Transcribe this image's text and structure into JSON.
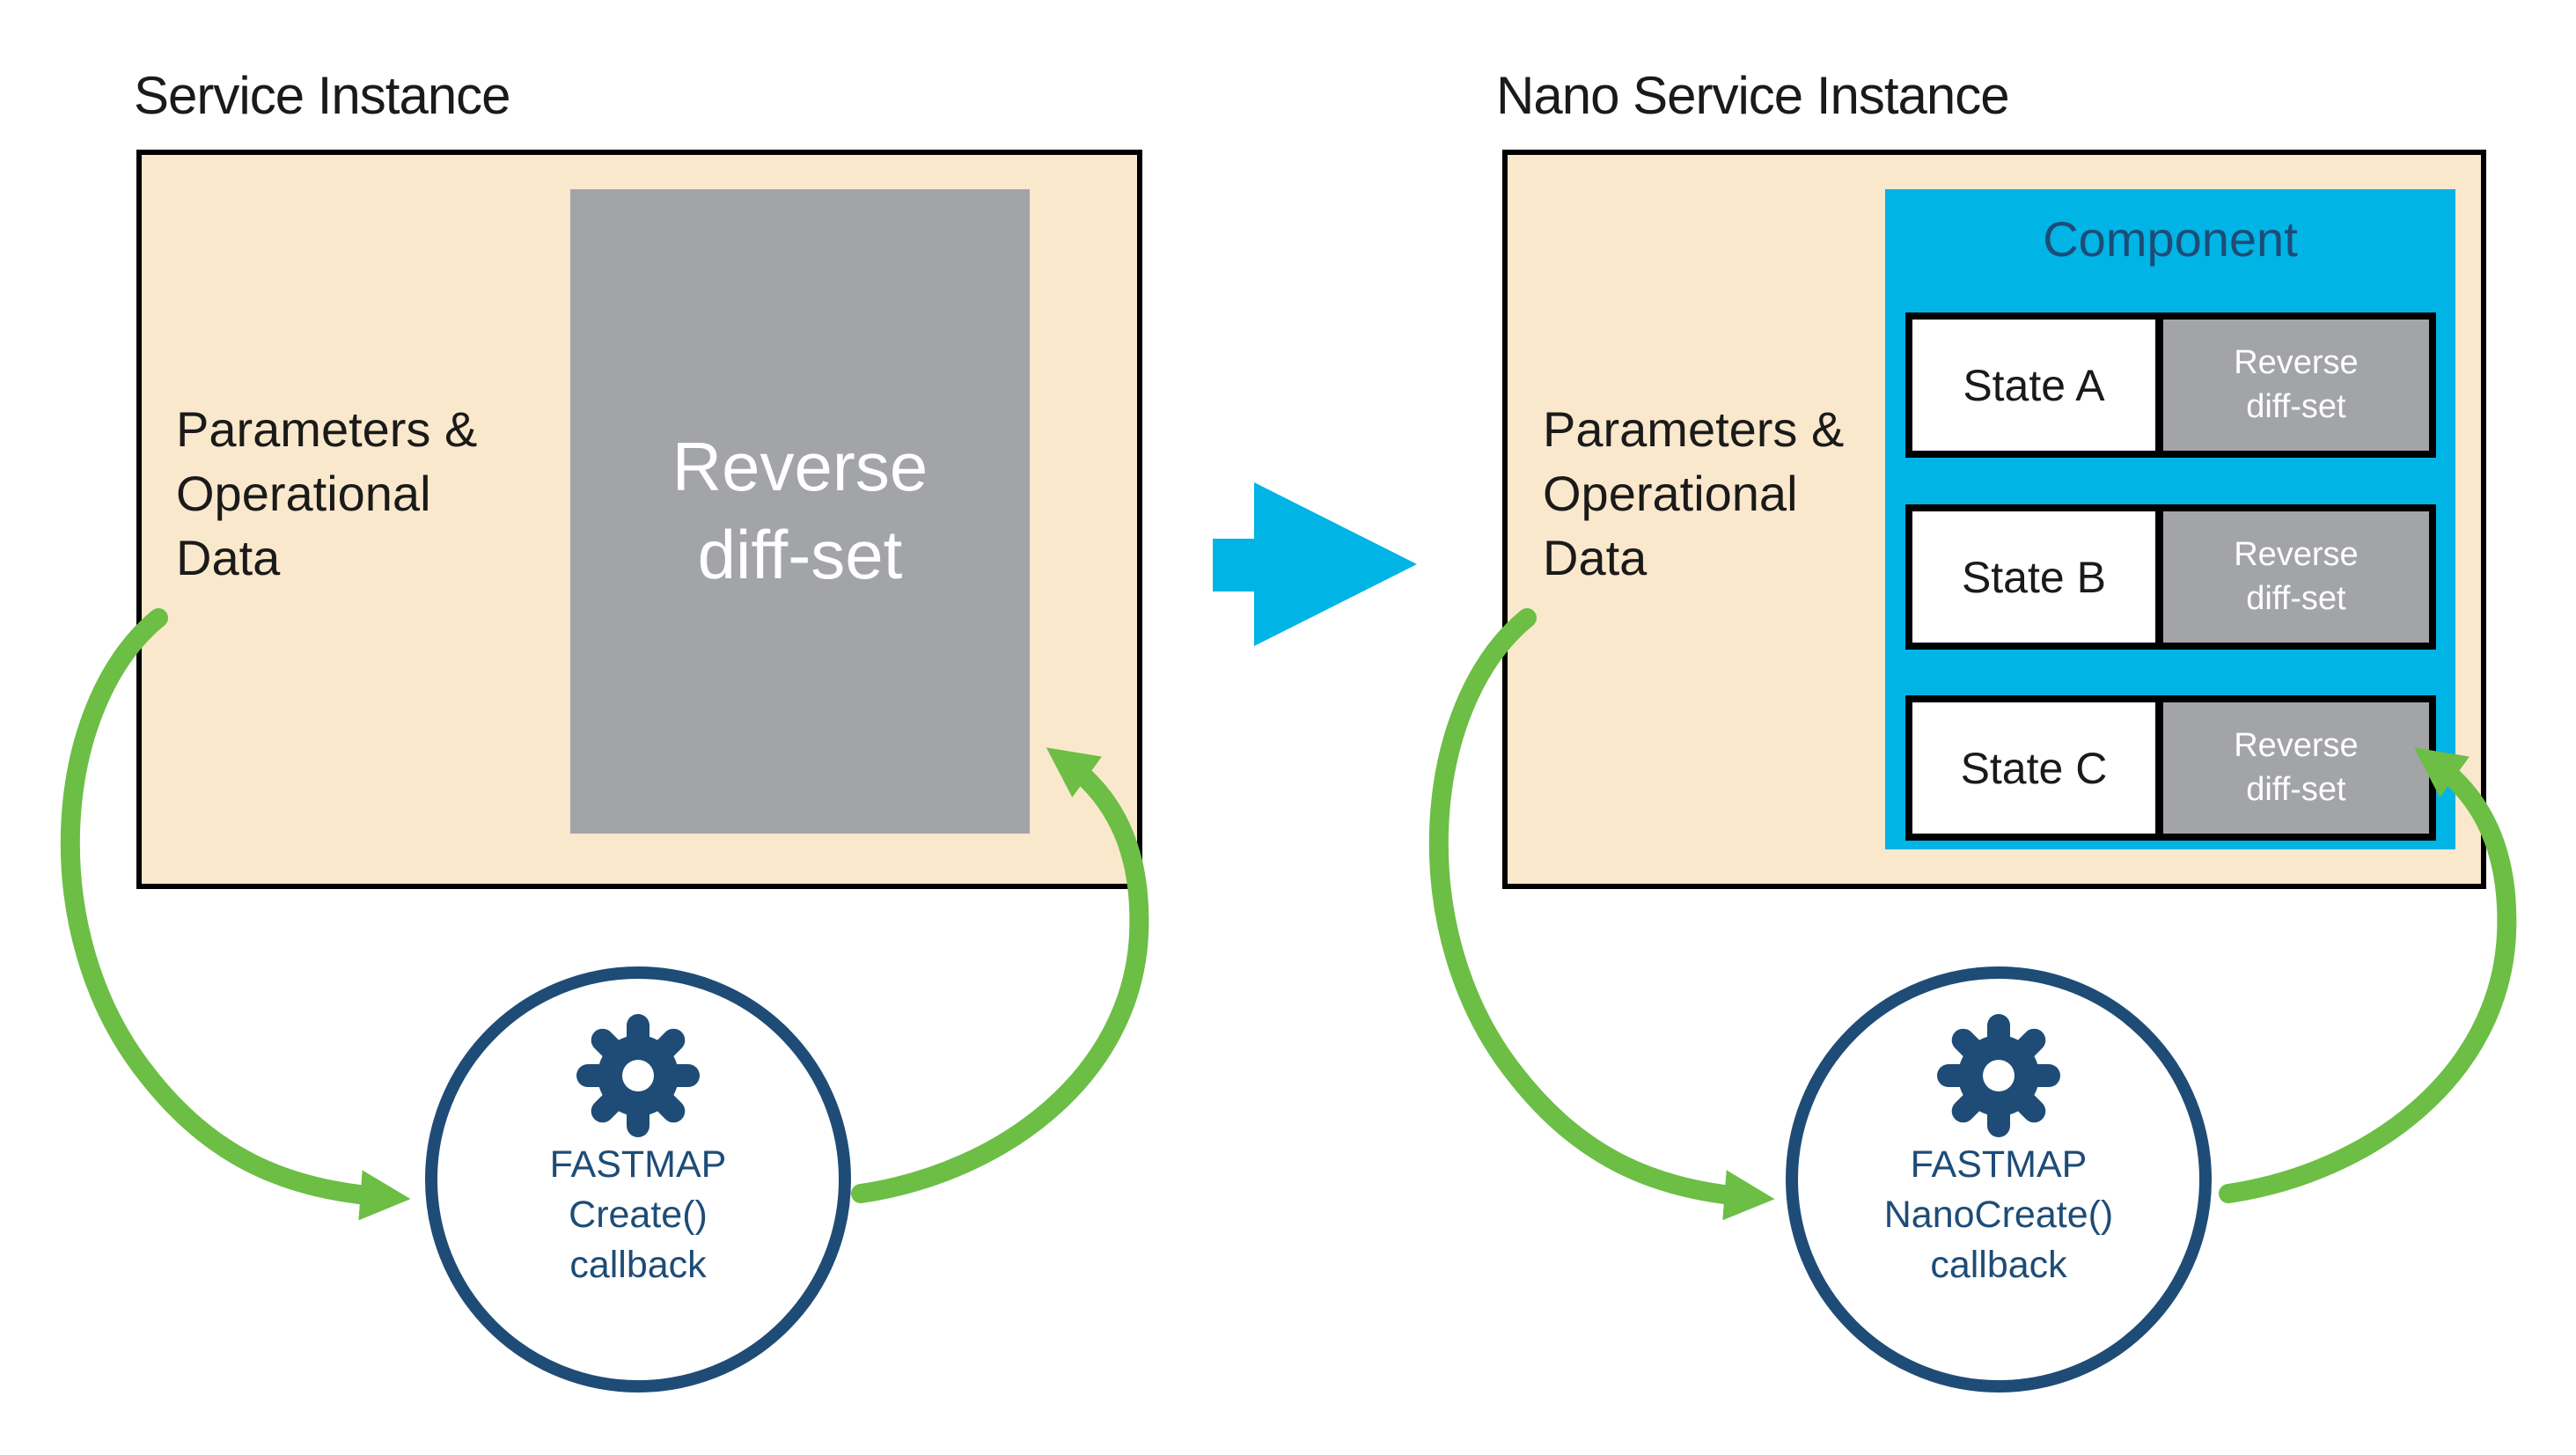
{
  "colors": {
    "cream": "#FAE8CC",
    "gray": "#A3A4A8",
    "cyan": "#00B4E6",
    "green": "#6CBE45",
    "navy": "#1E4C77",
    "text": "#1A1A1A",
    "white": "#FFFFFF",
    "black": "#000000"
  },
  "icons": {
    "callback": "gear-icon",
    "transform": "block-right-arrow-icon",
    "flow_down": "curved-arrow-icon",
    "flow_return": "curved-arrow-icon"
  },
  "left_diagram": {
    "title": "Service Instance",
    "params": {
      "line1": "Parameters &",
      "line2": "Operational",
      "line3": "Data"
    },
    "reverse_diffset": {
      "line1": "Reverse",
      "line2": "diff-set"
    },
    "callback": {
      "line1": "FASTMAP",
      "line2": "Create()",
      "line3": "callback"
    }
  },
  "right_diagram": {
    "title": "Nano Service Instance",
    "params": {
      "line1": "Parameters &",
      "line2": "Operational",
      "line3": "Data"
    },
    "component": {
      "label": "Component",
      "states": [
        {
          "name": "State A",
          "diffset_line1": "Reverse",
          "diffset_line2": "diff-set"
        },
        {
          "name": "State B",
          "diffset_line1": "Reverse",
          "diffset_line2": "diff-set"
        },
        {
          "name": "State C",
          "diffset_line1": "Reverse",
          "diffset_line2": "diff-set"
        }
      ]
    },
    "callback": {
      "line1": "FASTMAP",
      "line2": "NanoCreate()",
      "line3": "callback"
    }
  }
}
